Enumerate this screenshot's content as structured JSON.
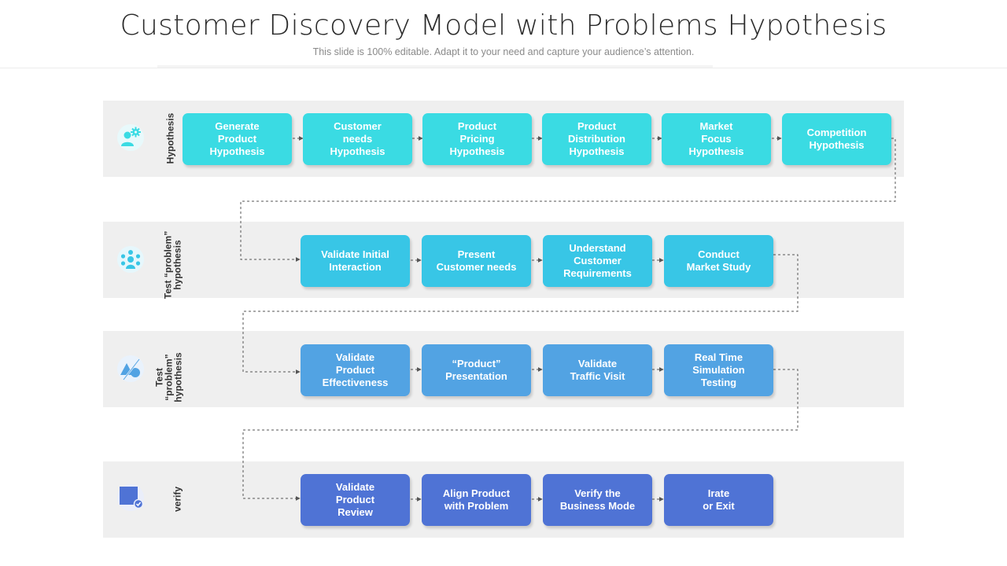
{
  "header": {
    "title": "Customer Discovery Model with Problems Hypothesis",
    "subtitle": "This slide is 100% editable. Adapt it to your need and capture your audience’s attention."
  },
  "colors": {
    "band_bg": "#efefef",
    "row1": "#3adbe3",
    "row2": "#38c6e6",
    "row3": "#52a3e3",
    "row4": "#4f73d5"
  },
  "rows": [
    {
      "label": "Hypothesis",
      "icon": "person-gear-icon",
      "nodes": [
        "Generate\nProduct\nHypothesis",
        "Customer\nneeds\nHypothesis",
        "Product\nPricing\nHypothesis",
        "Product\nDistribution\nHypothesis",
        "Market\nFocus\nHypothesis",
        "Competition\nHypothesis"
      ]
    },
    {
      "label": "Test “problem”\nhypothesis",
      "icon": "team-network-icon",
      "nodes": [
        "Validate Initial\nInteraction",
        "Present\nCustomer needs",
        "Understand\nCustomer\nRequirements",
        "Conduct\nMarket Study"
      ]
    },
    {
      "label": "Test\n“problem”\nhypothesis",
      "icon": "shapes-icon",
      "nodes": [
        "Validate\nProduct\nEffectiveness",
        "“Product”\nPresentation",
        "Validate\nTraffic Visit",
        "Real Time\nSimulation\nTesting"
      ]
    },
    {
      "label": "verify",
      "icon": "verified-square-icon",
      "nodes": [
        "Validate\nProduct\nReview",
        "Align Product\nwith Problem",
        "Verify the\nBusiness Mode",
        "Irate\nor Exit"
      ]
    }
  ]
}
